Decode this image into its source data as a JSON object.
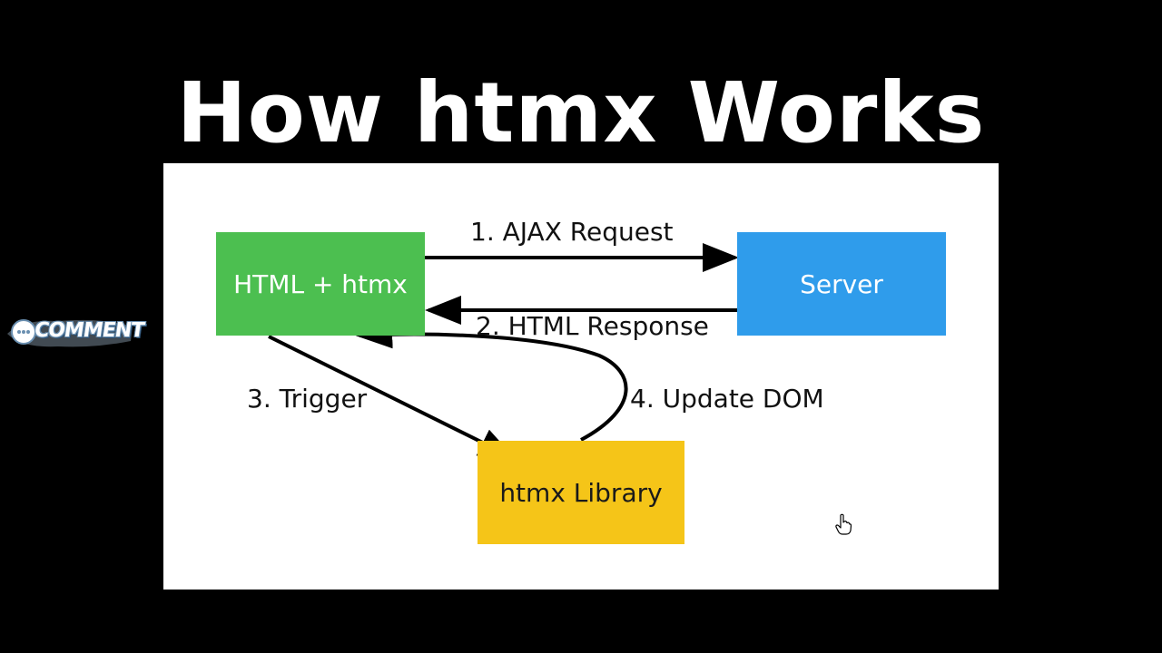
{
  "title": "How htmx Works",
  "colors": {
    "background": "#000000",
    "slide": "#ffffff",
    "html_box": "#4cbf50",
    "server_box": "#2f9ceb",
    "library_box": "#f5c518",
    "arrow": "#000000"
  },
  "diagram": {
    "nodes": {
      "html": "HTML + htmx",
      "server": "Server",
      "library": "htmx Library"
    },
    "edges": {
      "request": "1. AJAX Request",
      "response": "2. HTML Response",
      "trigger": "3. Trigger",
      "update": "4. Update DOM"
    }
  },
  "badge": {
    "label": "COMMENT"
  },
  "icons": {
    "cursor": "hand-pointer-icon"
  }
}
